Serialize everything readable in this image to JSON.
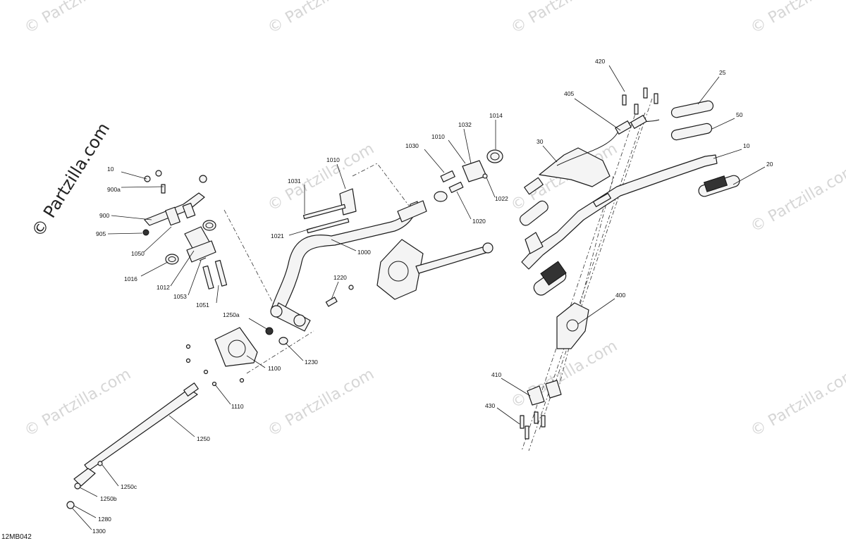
{
  "watermark_text": "© Partzilla.com",
  "side_watermark_text": "© Partzilla.com",
  "diagram_code": "12MB042",
  "callouts": {
    "p10": "10",
    "p20": "20",
    "p25": "25",
    "p30": "30",
    "p50": "50",
    "p400": "400",
    "p405": "405",
    "p410": "410",
    "p420": "420",
    "p430": "430",
    "p900": "900",
    "p900a": "900a",
    "p900b": "10",
    "p905": "905",
    "p1000": "1000",
    "p1010a": "1010",
    "p1010b": "1010",
    "p1012": "1012",
    "p1014": "1014",
    "p1016": "1016",
    "p1020": "1020",
    "p1021": "1021",
    "p1022": "1022",
    "p1030": "1030",
    "p1031": "1031",
    "p1032": "1032",
    "p1050": "1050",
    "p1051": "1051",
    "p1053": "1053",
    "p1100": "1100",
    "p1110": "1110",
    "p1220": "1220",
    "p1230": "1230",
    "p1250": "1250",
    "p1250a": "1250a",
    "p1250b": "1250b",
    "p1250c": "1250c",
    "p1280": "1280",
    "p1300": "1300"
  },
  "colors": {
    "line": "#1a1a1a",
    "watermark": "#d6d6d6",
    "background": "#ffffff"
  }
}
